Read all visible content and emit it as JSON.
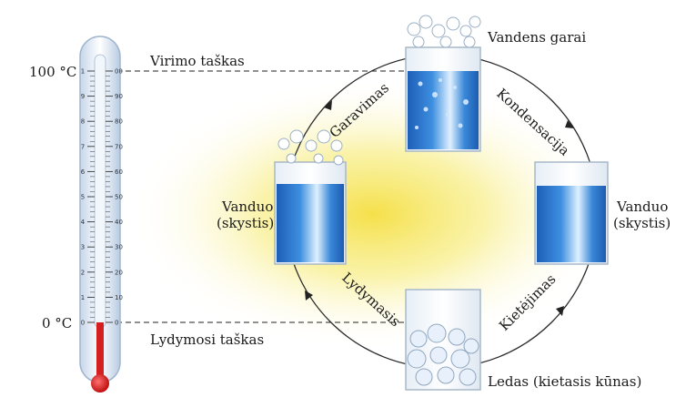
{
  "thermometer": {
    "top_label": "100 °C",
    "bottom_label": "0 °C",
    "scale_left": [
      "1",
      "9",
      "8",
      "7",
      "6",
      "5",
      "4",
      "3",
      "2",
      "1",
      "0"
    ],
    "scale_right": [
      "00",
      "90",
      "80",
      "70",
      "60",
      "50",
      "40",
      "30",
      "20",
      "10",
      "0"
    ]
  },
  "points": {
    "boiling": "Virimo taškas",
    "melting": "Lydymosi taškas"
  },
  "states": {
    "vapor": "Vandens garai",
    "liquid_left_1": "Vanduo",
    "liquid_left_2": "(skystis)",
    "liquid_right_1": "Vanduo",
    "liquid_right_2": "(skystis)",
    "ice": "Ledas (kietasis kūnas)"
  },
  "processes": {
    "evaporation": "Garavimas",
    "condensation": "Kondensacija",
    "freezing": "Kietėjimas",
    "melting": "Lydymasis"
  },
  "colors": {
    "water": "#2f7fd6",
    "mercury": "#d42020",
    "glow": "#f7e96a"
  }
}
